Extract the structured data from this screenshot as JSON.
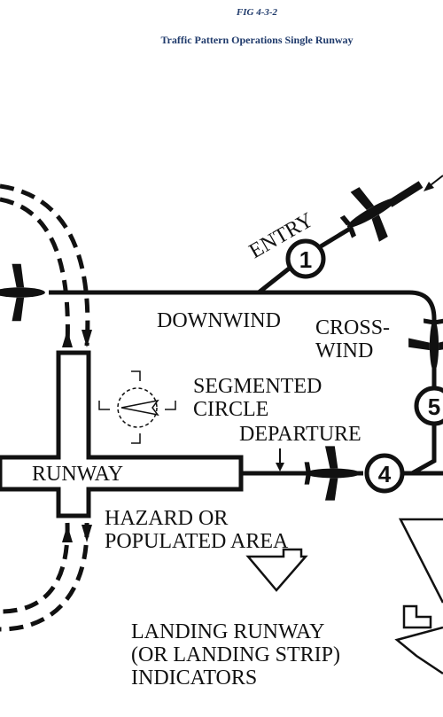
{
  "figure": {
    "label": "FIG 4-3-2",
    "title": "Traffic Pattern Operations Single Runway"
  },
  "diagram": {
    "labels": {
      "entry": "ENTRY",
      "downwind": "DOWNWIND",
      "crosswind_line1": "CROSS-",
      "crosswind_line2": "WIND",
      "segmented_circle_line1": "SEGMENTED",
      "segmented_circle_line2": "CIRCLE",
      "departure": "DEPARTURE",
      "runway": "RUNWAY",
      "hazard_line1": "HAZARD OR",
      "hazard_line2": "POPULATED AREA",
      "landing_line1": "LANDING RUNWAY",
      "landing_line2": "(OR LANDING STRIP)",
      "landing_line3": "INDICATORS"
    },
    "legs": {
      "entry_number": "1",
      "departure_number": "4",
      "crosswind_number": "5"
    }
  }
}
